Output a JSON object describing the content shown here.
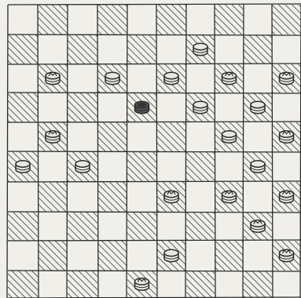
{
  "board": {
    "rows": 10,
    "cols": 10,
    "hatched_parity": 1,
    "colors": {
      "paper": "#f0efe9",
      "ink": "#2b2b2b",
      "hatch": "#3a3a3a"
    },
    "pieces": [
      {
        "row": 1,
        "col": 6,
        "kind": "plain"
      },
      {
        "row": 2,
        "col": 1,
        "kind": "crowned"
      },
      {
        "row": 2,
        "col": 3,
        "kind": "plain"
      },
      {
        "row": 2,
        "col": 5,
        "kind": "plain"
      },
      {
        "row": 2,
        "col": 7,
        "kind": "crowned"
      },
      {
        "row": 2,
        "col": 9,
        "kind": "crowned"
      },
      {
        "row": 3,
        "col": 4,
        "kind": "dark"
      },
      {
        "row": 3,
        "col": 6,
        "kind": "plain"
      },
      {
        "row": 3,
        "col": 8,
        "kind": "plain"
      },
      {
        "row": 4,
        "col": 1,
        "kind": "crowned"
      },
      {
        "row": 4,
        "col": 7,
        "kind": "plain"
      },
      {
        "row": 4,
        "col": 9,
        "kind": "crowned"
      },
      {
        "row": 5,
        "col": 0,
        "kind": "plain"
      },
      {
        "row": 5,
        "col": 2,
        "kind": "plain"
      },
      {
        "row": 5,
        "col": 8,
        "kind": "plain"
      },
      {
        "row": 6,
        "col": 5,
        "kind": "crowned"
      },
      {
        "row": 6,
        "col": 7,
        "kind": "crowned"
      },
      {
        "row": 6,
        "col": 9,
        "kind": "crowned"
      },
      {
        "row": 7,
        "col": 8,
        "kind": "crowned"
      },
      {
        "row": 8,
        "col": 5,
        "kind": "plain"
      },
      {
        "row": 8,
        "col": 9,
        "kind": "crowned"
      },
      {
        "row": 9,
        "col": 4,
        "kind": "crowned"
      }
    ]
  }
}
